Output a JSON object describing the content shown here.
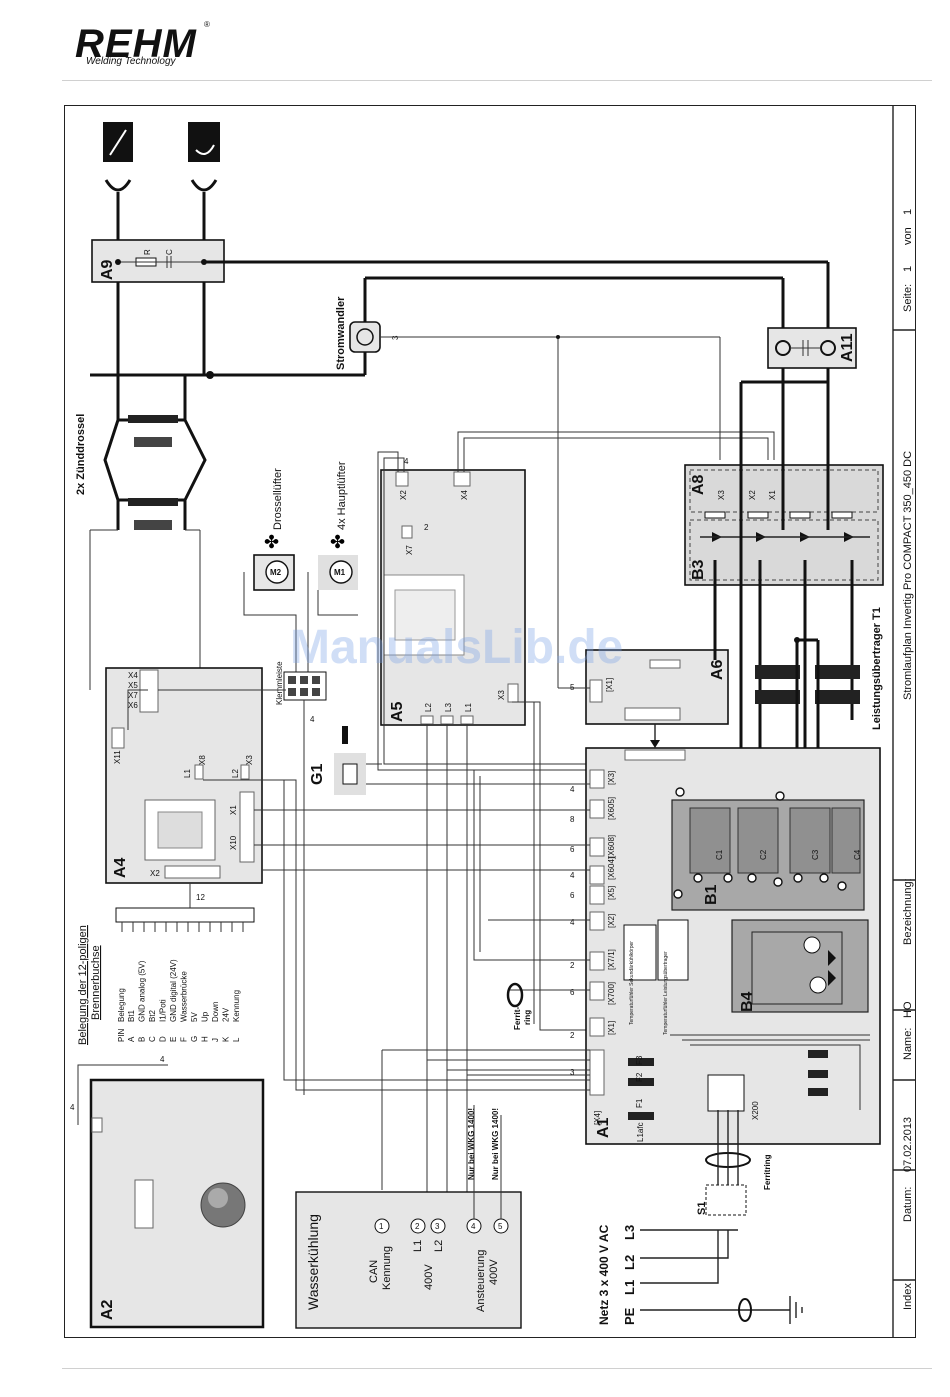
{
  "header": {
    "logo": "REHM",
    "logo_reg": "®",
    "logo_sub": "Welding Technology"
  },
  "watermark": "ManualsLib.de",
  "title_block": {
    "index_label": "Index",
    "datum_label": "Datum:",
    "datum_value": "07.02.2013",
    "name_label": "Name:",
    "name_value": "HO",
    "bezeichnung_label": "Bezeichnung:",
    "title": "Stromlaufplan Invertig Pro COMPACT 350_450 DC",
    "seite_label": "Seite:",
    "seite_value": "1",
    "von_label": "von",
    "von_value": "1"
  },
  "labels": {
    "a9": "A9",
    "r": "R",
    "c": "C",
    "stromwandler": "Stromwandler",
    "a11": "A11",
    "zuenddrossel": "2x Zünddrossel",
    "drossel_fan": "Drossellüfter",
    "haupt_fan": "4x Hauptlüfter",
    "m2": "M2",
    "m1": "M1",
    "klemmleiste": "Klemmleiste",
    "a4": "A4",
    "a5": "A5",
    "a6": "A6",
    "a8": "A8",
    "b3": "B3",
    "b1": "B1",
    "b4": "B4",
    "a1": "A1",
    "a2": "A2",
    "g1": "G1",
    "s1": "S1",
    "leistung": "Leistungsübertrager T1",
    "ferritring_a": "Ferrit-",
    "ferritring_b": "ring",
    "ferritring": "Ferritring",
    "x1": "X1",
    "x2": "X2",
    "x3": "X3",
    "x4": "X4",
    "x5": "X5",
    "x6": "X6",
    "x7": "X7",
    "x8": "X8",
    "x10": "X10",
    "x11": "X11",
    "l1": "L1",
    "l2": "L2",
    "l3": "L3",
    "c1": "C1",
    "c2": "C2",
    "c3": "C3",
    "c4": "C4",
    "f1": "F1",
    "f2": "F2",
    "f3": "F3",
    "x200": "X200",
    "x3b": "[X3]",
    "x605": "[X605]",
    "x608": "[X608]",
    "x604": "[X604]",
    "x5b": "[X5]",
    "x2b": "[X2]",
    "x701": "[X7/1]",
    "x700": "[X700]",
    "x1b": "[X1]",
    "x4b": "[X4]",
    "x1c": "[X1]",
    "temp1": "Temperaturfühler Sekundärkühlkörper",
    "temp2": "Temperaturfühler Leistungsübertrager",
    "n4": "4",
    "n2": "2",
    "n3": "3",
    "n5": "5",
    "n6": "6",
    "n12": "12",
    "n8": "8",
    "ltafc": "L1afc"
  },
  "pin_table": {
    "heading_1": "Belegung der 12-poligen",
    "heading_2": "Brennerbuchse",
    "pin_header": "PIN",
    "pin_header_val": "Belegung",
    "rows": [
      [
        "A",
        "Bt1"
      ],
      [
        "B",
        "GND analog (5V)"
      ],
      [
        "C",
        "Bt2"
      ],
      [
        "D",
        "I1/Poti"
      ],
      [
        "E",
        "GND digital (24V)"
      ],
      [
        "F",
        "Wasserbrücke"
      ],
      [
        "G",
        "5V"
      ],
      [
        "H",
        "Up"
      ],
      [
        "J",
        "Down"
      ],
      [
        "K",
        "24V"
      ],
      [
        "L",
        "Kennung"
      ]
    ]
  },
  "water": {
    "title": "Wasserkühlung",
    "can": "CAN",
    "kennung": "Kennung",
    "v400": "400V",
    "wl1": "L1",
    "wl2": "L2",
    "ansteuerung": "Ansteuerung",
    "v400b": "400V",
    "nur1": "Nur bei WKG 1400!",
    "nur2": "Nur bei WKG 1400!",
    "c1": "1",
    "c2": "2",
    "c3": "3",
    "c4": "4",
    "c5": "5"
  },
  "netz": {
    "title": "Netz 3 x 400 V AC",
    "pe": "PE",
    "l1": "L1",
    "l2": "L2",
    "l3": "L3"
  }
}
